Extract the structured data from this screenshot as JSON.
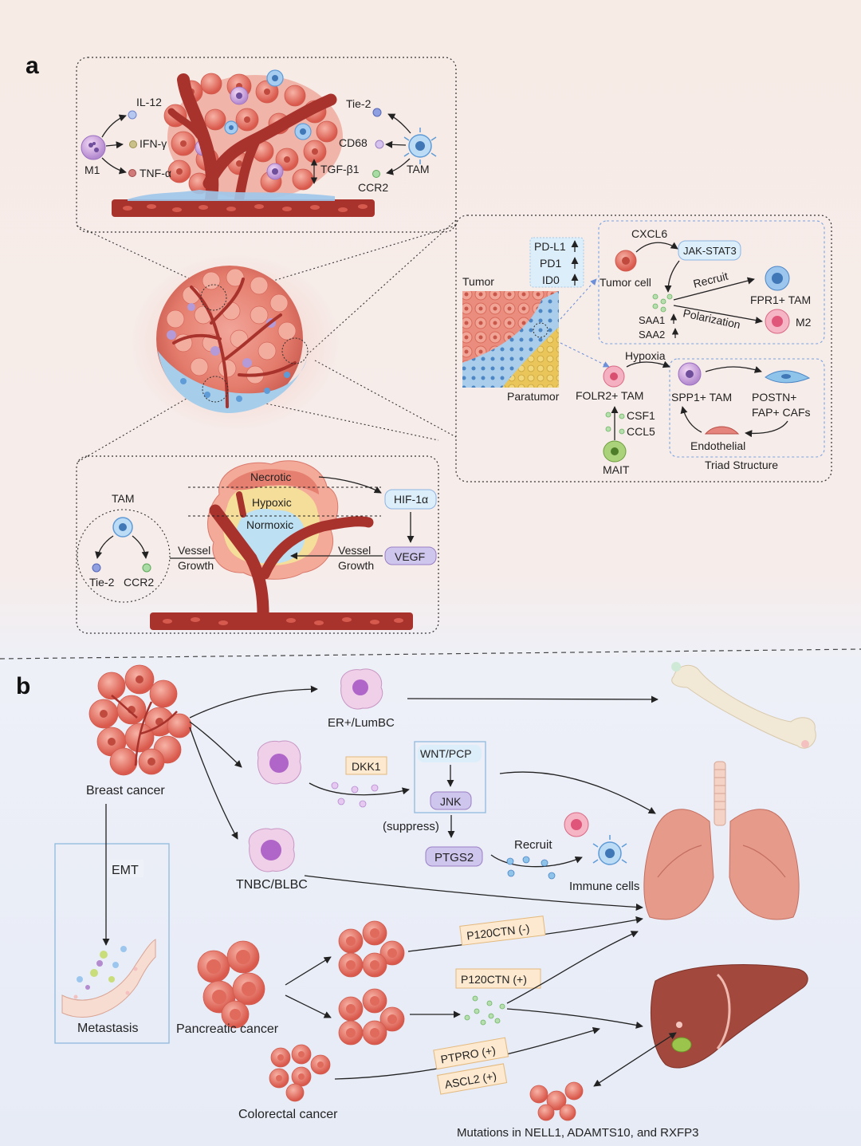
{
  "panel_a": {
    "letter": "a",
    "top_box": {
      "m1": "M1",
      "il12": "IL-12",
      "ifng": "IFN-γ",
      "tnfa": "TNF-α",
      "tie2": "Tie-2",
      "cd68": "CD68",
      "tgfb1": "TGF-β1",
      "tam": "TAM",
      "ccr2": "CCR2"
    },
    "right_box": {
      "pdl1": "PD-L1",
      "pd1": "PD1",
      "ido": "ID0",
      "tumor": "Tumor",
      "paratumor": "Paratumor",
      "cxcl6": "CXCL6",
      "jakstat3": "JAK-STAT3",
      "tumor_cell": "Tumor cell",
      "recruit": "Recruit",
      "fpr1_tam": "FPR1+ TAM",
      "saa1": "SAA1",
      "saa2": "SAA2",
      "polarization": "Polarization",
      "m2": "M2",
      "hypoxia": "Hypoxia",
      "folr2_tam": "FOLR2+ TAM",
      "csf1": "CSF1",
      "ccl5": "CCL5",
      "mait": "MAIT",
      "spp1_tam": "SPP1+ TAM",
      "postn_caf1": "POSTN+",
      "postn_caf2": "FAP+ CAFs",
      "endothelial": "Endothelial",
      "triad": "Triad Structure"
    },
    "bottom_box": {
      "tam": "TAM",
      "tie2": "Tie-2",
      "ccr2": "CCR2",
      "vessel1": "Vessel",
      "growth1": "Growth",
      "necrotic": "Necrotic",
      "hypoxic": "Hypoxic",
      "normoxic": "Normoxic",
      "hif1a": "HIF-1α",
      "vegf": "VEGF",
      "vessel2": "Vessel",
      "growth2": "Growth"
    }
  },
  "panel_b": {
    "letter": "b",
    "breast_cancer": "Breast cancer",
    "er_lumbc": "ER+/LumBC",
    "dkk1": "DKK1",
    "wnt_pcp": "WNT/PCP",
    "jnk": "JNK",
    "suppress": "(suppress)",
    "ptgs2": "PTGS2",
    "recruit": "Recruit",
    "immune_cells": "Immune cells",
    "tnbc": "TNBC/BLBC",
    "emt": "EMT",
    "metastasis": "Metastasis",
    "pancreatic": "Pancreatic cancer",
    "p120_neg": "P120CTN (-)",
    "p120_pos": "P120CTN (+)",
    "ptpro": "PTPRO (+)",
    "ascl2": "ASCL2 (+)",
    "colorectal": "Colorectal cancer",
    "mutations": "Mutations in  NELL1, ADAMTS10, and RXFP3"
  },
  "colors": {
    "vessel": "#a8322c",
    "tumor": "#e2705f",
    "tumor_light": "#f4b0a2",
    "macrophage": "#9b7fc4",
    "blue_cell": "#5f9bd6",
    "yellow": "#e8c64e",
    "label_blue_bg": "#dceefa",
    "label_purple_bg": "#cfc6ee",
    "label_orange_bg": "#fde9cf",
    "lung": "#e69a8a",
    "liver": "#a2483c",
    "bone": "#f1e8d6"
  }
}
